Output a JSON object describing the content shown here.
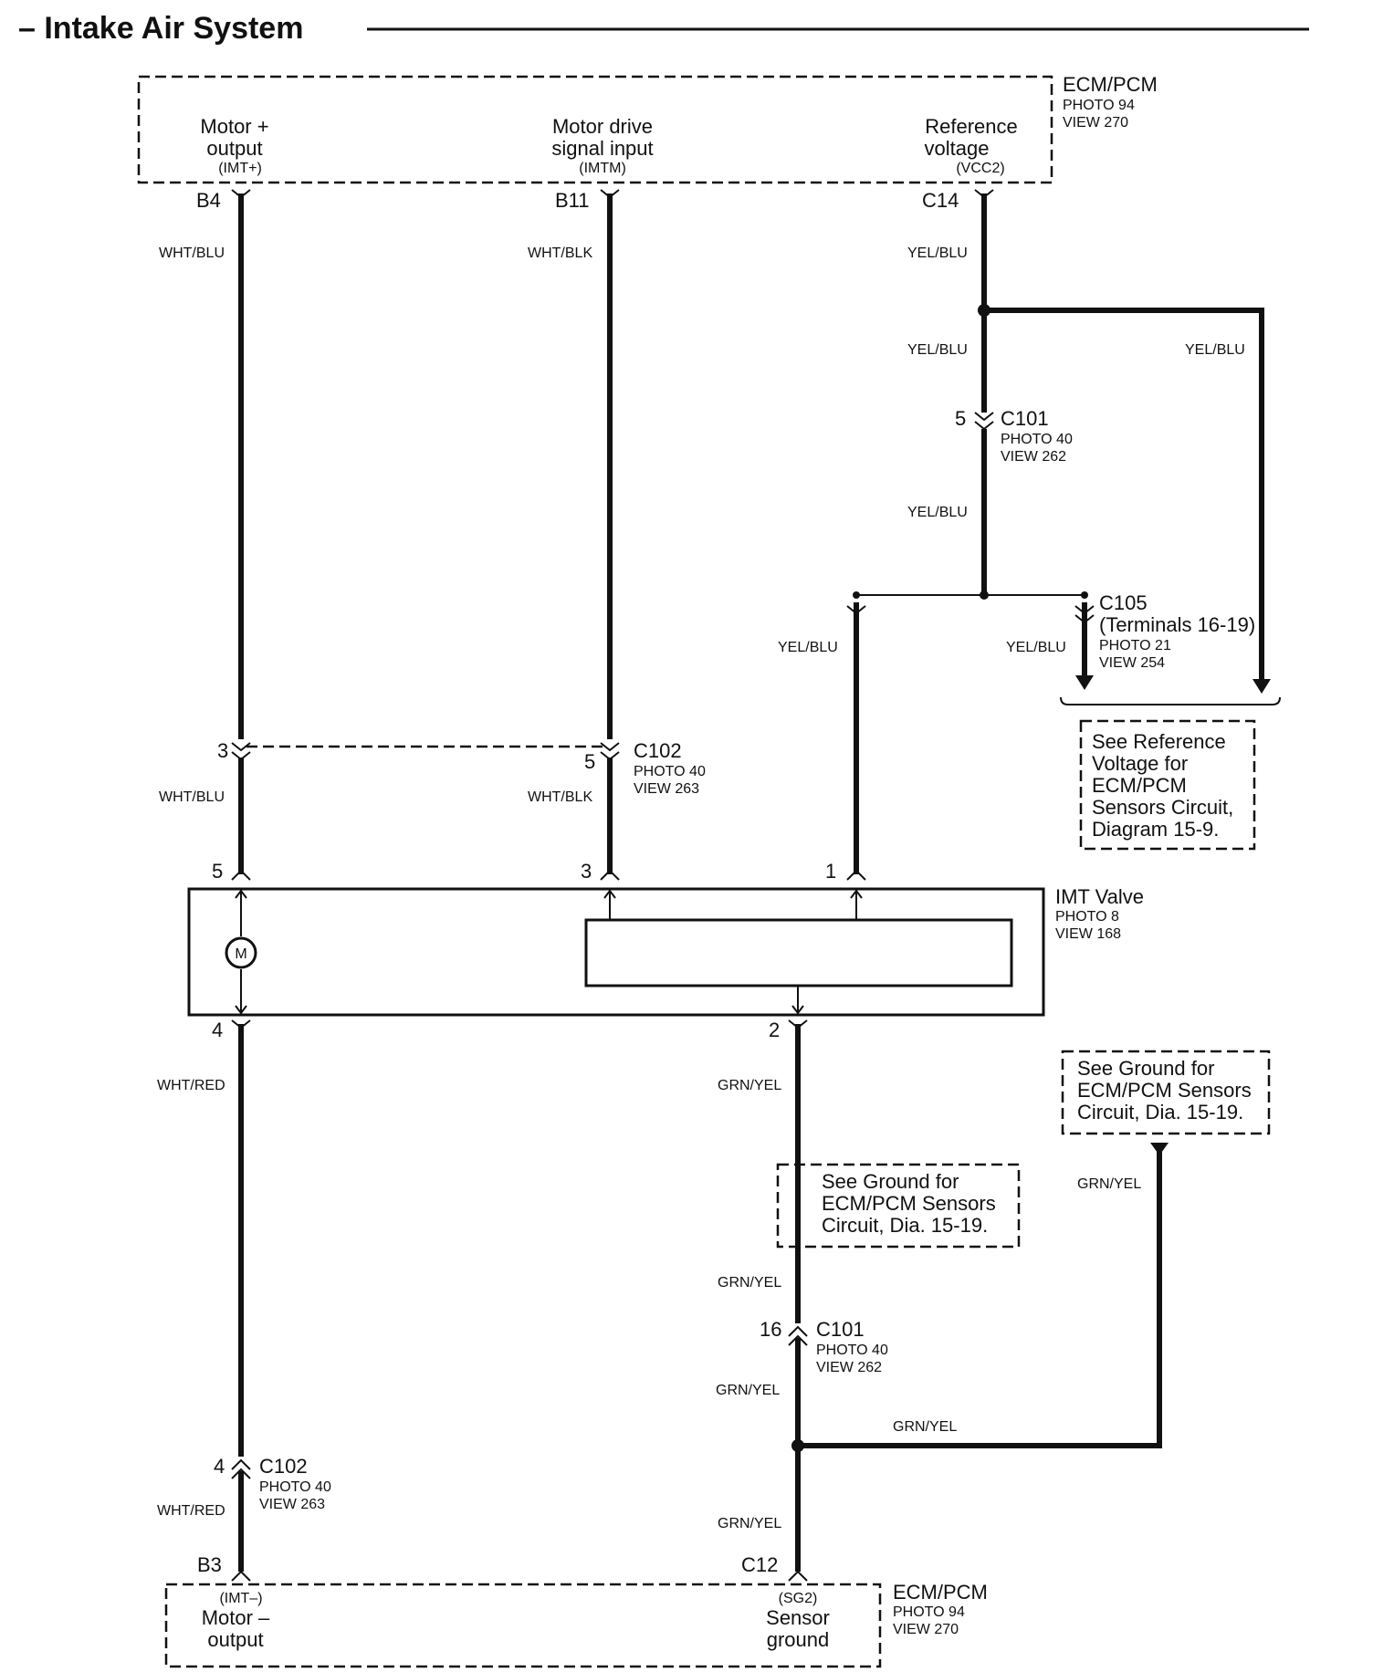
{
  "header": {
    "title": "– Intake Air System"
  },
  "ecm_top": {
    "name": "ECM/PCM",
    "photo": "PHOTO 94",
    "view": "VIEW 270",
    "terminals": [
      {
        "line1": "Motor +",
        "line2": "output",
        "signal": "(IMT+)",
        "pin": "B4"
      },
      {
        "line1": "Motor drive",
        "line2": "signal input",
        "signal": "(IMTM)",
        "pin": "B11"
      },
      {
        "line1": "Reference",
        "line2": "voltage",
        "signal": "(VCC2)",
        "pin": "C14"
      }
    ]
  },
  "ecm_bottom": {
    "name": "ECM/PCM",
    "photo": "PHOTO 94",
    "view": "VIEW 270",
    "terminals": [
      {
        "signal": "(IMT–)",
        "line1": "Motor –",
        "line2": "output",
        "pin": "B3"
      },
      {
        "signal": "(SG2)",
        "line1": "Sensor",
        "line2": "ground",
        "pin": "C12"
      }
    ]
  },
  "wires": {
    "wht_blu": "WHT/BLU",
    "wht_blk": "WHT/BLK",
    "yel_blu": "YEL/BLU",
    "wht_red": "WHT/RED",
    "grn_yel": "GRN/YEL"
  },
  "connectors": {
    "c101_top": {
      "name": "C101",
      "pin": "5",
      "photo": "PHOTO 40",
      "view": "VIEW 262"
    },
    "c105": {
      "name": "C105",
      "detail": "(Terminals 16-19)",
      "photo": "PHOTO 21",
      "view": "VIEW 254"
    },
    "c102_top": {
      "name": "C102",
      "pin_left": "3",
      "pin_right": "5",
      "photo": "PHOTO 40",
      "view": "VIEW 263"
    },
    "c101_bottom": {
      "name": "C101",
      "pin": "16",
      "photo": "PHOTO 40",
      "view": "VIEW 262"
    },
    "c102_bottom": {
      "name": "C102",
      "pin": "4",
      "photo": "PHOTO 40",
      "view": "VIEW 263"
    }
  },
  "imt_valve": {
    "name": "IMT Valve",
    "photo": "PHOTO 8",
    "view": "VIEW 168",
    "motor_symbol": "M",
    "pins": {
      "top_left": "5",
      "top_mid": "3",
      "top_right": "1",
      "bottom_left": "4",
      "bottom_right": "2"
    }
  },
  "notes": {
    "ref_voltage": [
      "See Reference",
      "Voltage for",
      "ECM/PCM",
      "Sensors Circuit,",
      "Diagram 15-9."
    ],
    "ground_right": [
      "See Ground for",
      "ECM/PCM Sensors",
      "Circuit, Dia. 15-19."
    ],
    "ground_mid": [
      "See Ground for",
      "ECM/PCM Sensors",
      "Circuit, Dia. 15-19."
    ]
  }
}
